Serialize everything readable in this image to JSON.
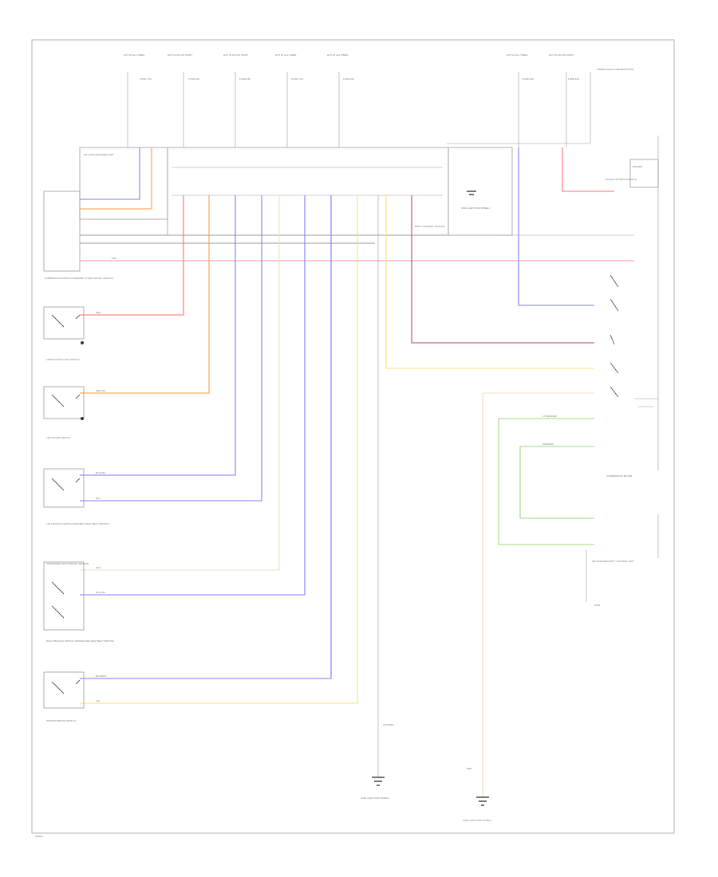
{
  "figure_code": "W0000",
  "fuse_labels": [
    {
      "top": "HOT AT ALL TIMES",
      "name": "FUSE 7.5A",
      "id": "fuse-1"
    },
    {
      "top": "HOT IN ON OR START",
      "name": "FUSE 10A",
      "id": "fuse-2"
    },
    {
      "top": "HOT IN ON OR START",
      "name": "FUSE 15A",
      "id": "fuse-3"
    },
    {
      "top": "HOT AT ALL TIMES",
      "name": "FUSE 7.5A",
      "id": "fuse-4"
    },
    {
      "top": "HOT AT ALL TIMES",
      "name": "FUSE 10A",
      "id": "fuse-5"
    },
    {
      "top": "HOT AT ALL TIMES",
      "name": "FUSE 10A",
      "id": "fuse-6"
    },
    {
      "top": "HOT IN ON OR START",
      "name": "FUSE 10A",
      "id": "fuse-7"
    }
  ],
  "fuse_box_label": "UNDER-DASH FUSE/RELAY BOX",
  "ecu_label": "BODY CONTROL MODULE",
  "left_components": {
    "ecu_top_left": "KEYLESS RECEIVER UNIT",
    "combination_switch": "COMBINATION SWITCH ASSEMBLY (TURN SIGNAL SWITCH)",
    "front_door_lock": "FRONT DOOR LOCK SWITCH",
    "left_door_switch": "LEFT DOOR SWITCH",
    "left_seat_belt": "LEFT BUCKLE SWITCH (DRIVER'S SEAT BELT SWITCH)",
    "passenger_seat": "PASSENGER SEAT WEIGHT SENSOR",
    "right_seat_belt": "RIGHT BUCKLE SWITCH (PASSENGER SEAT BELT SWITCH)",
    "parking_brake": "PARKING BRAKE SWITCH"
  },
  "right_components": {
    "gauge": "GAUGE CONTROL MODULE",
    "combination_meter": "COMBINATION METER",
    "buzzer": "BUZZER",
    "keyless": "KEYLESS/SECURITY CONTROL UNIT",
    "ground_right": "G401",
    "ground_mid": "G501 (LEFT KICK PANEL)",
    "ground_bottom_left": "G401 (LEFT KICK PANEL)",
    "ground_bottom_right": "G601 (LEFT KICK PANEL)"
  },
  "wire_colors": {
    "red": "#ff6b6b",
    "orange": "#ff9a3c",
    "blue": "#7a7aff",
    "yellow": "#f5e27a",
    "pink": "#ff8fb0",
    "magenta": "#c04080",
    "green": "#9edb7a",
    "purple": "#b070d0"
  },
  "wire_labels": {
    "red": "RED",
    "orange": "RED/YEL",
    "blue1": "BLU/YEL",
    "blue2": "BLU",
    "blue3": "BLU/YEL",
    "blue4": "BLU/WHT",
    "yellow1": "GRY",
    "yellow2": "YEL",
    "pink": "PNK",
    "green1": "LT GRN/RED",
    "green2": "GRN/RED",
    "ground_brn": "BRN",
    "gry_label": "GRY/RED"
  }
}
